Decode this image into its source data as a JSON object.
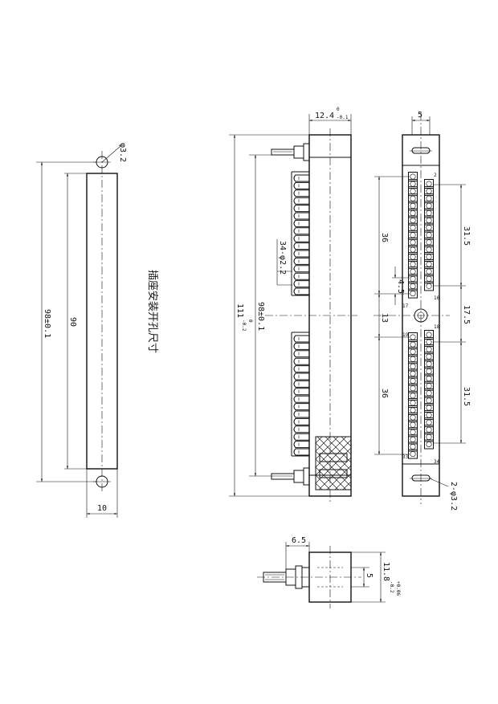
{
  "cutout_view": {
    "title": "插座安装开孔尺寸",
    "dim_hole": "φ3.2",
    "dim_height": "98±0.1",
    "dim_inner": "90",
    "dim_width": "10"
  },
  "side_view": {
    "dim_top_main": "12.4",
    "dim_top_sup": "0",
    "dim_top_sub": "-0.1",
    "dim_total_main": "111",
    "dim_total_sup": "0",
    "dim_total_sub": "-0.2",
    "dim_mount": "98±0.1",
    "dim_hole": "34-φ2.2"
  },
  "front_view": {
    "dim_top": "5",
    "dim_left_upper": "36",
    "dim_left_pitch": "4.5",
    "dim_left_gap": "13",
    "dim_left_lower": "36",
    "dim_right_upper": "31.5",
    "dim_right_middle": "17.5",
    "dim_right_lower": "31.5",
    "dim_holes": "2-φ3.2",
    "pin_labels": [
      "2",
      "16",
      "17",
      "18",
      "19",
      "33",
      "34"
    ]
  },
  "bottom_view": {
    "dim_pin": "6.5",
    "dim_center": "5",
    "dim_width_main": "11.8",
    "dim_width_sup": "+0.06",
    "dim_width_sub": "-0.2"
  }
}
